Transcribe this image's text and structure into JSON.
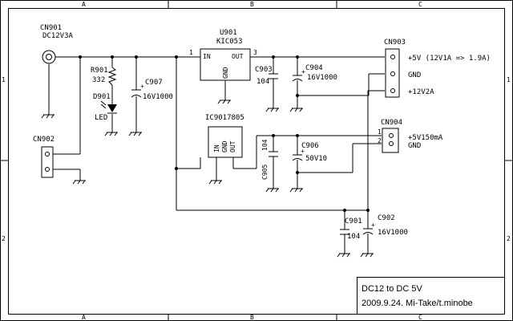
{
  "frame": {
    "cols_top": [
      "A",
      "B",
      "C"
    ],
    "cols_bottom": [
      "A",
      "B",
      "C"
    ],
    "rows_left": [
      "1",
      "2"
    ],
    "rows_right": [
      "1",
      "2"
    ]
  },
  "components": {
    "cn901": {
      "ref": "CN901",
      "value": "DC12V3A"
    },
    "cn902": {
      "ref": "CN902"
    },
    "r901": {
      "ref": "R901",
      "value": "332"
    },
    "d901": {
      "ref": "D901",
      "value": "LED"
    },
    "c907": {
      "ref": "C907",
      "value": "16V1000"
    },
    "u901": {
      "ref": "U901",
      "value": "KIC053",
      "pin_in": "IN",
      "pin_out": "OUT",
      "pin_gnd": "GND",
      "pin1": "1",
      "pin3": "3"
    },
    "c903": {
      "ref": "C903",
      "value": "104"
    },
    "c904": {
      "ref": "C904",
      "value": "16V1000"
    },
    "cn903": {
      "ref": "CN903",
      "pins": [
        "+5V (12V1A => 1.9A)",
        "GND",
        "+12V2A"
      ]
    },
    "ic9017805": {
      "ref": "IC9017805",
      "pin_in": "IN",
      "pin_gnd": "GND",
      "pin_out": "OUT"
    },
    "c905": {
      "ref": "C905",
      "value": "104"
    },
    "c906": {
      "ref": "C906",
      "value": "50V10"
    },
    "cn904": {
      "ref": "CN904",
      "pin1": "1",
      "pin2": "2",
      "label1": "+5V150mA",
      "label2": "GND"
    },
    "c901": {
      "ref": "C901",
      "value": "104"
    },
    "c902": {
      "ref": "C902",
      "value": "16V1000"
    }
  },
  "title_block": {
    "title": "DC12 to DC 5V",
    "subtitle": "2009.9.24. Mi-Take/t.minobe"
  }
}
